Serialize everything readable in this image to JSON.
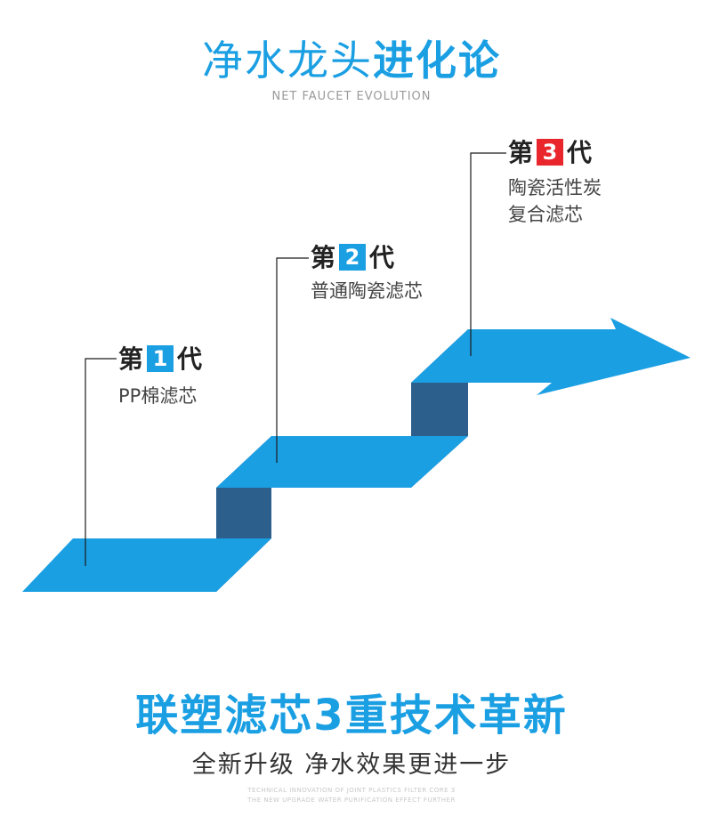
{
  "header": {
    "title_light": "净水龙头",
    "title_bold": "进化论",
    "subtitle": "NET FAUCET EVOLUTION"
  },
  "generations": [
    {
      "prefix": "第",
      "number": "1",
      "suffix": "代",
      "badge_color": "#1b9fe3",
      "desc_line1": "PP棉滤芯",
      "desc_line2": ""
    },
    {
      "prefix": "第",
      "number": "2",
      "suffix": "代",
      "badge_color": "#1b9fe3",
      "desc_line1": "普通陶瓷滤芯",
      "desc_line2": ""
    },
    {
      "prefix": "第",
      "number": "3",
      "suffix": "代",
      "badge_color": "#e8262c",
      "desc_line1": "陶瓷活性炭",
      "desc_line2": "复合滤芯"
    }
  ],
  "footer": {
    "headline": "联塑滤芯3重技术革新",
    "tagline": "全新升级 净水效果更进一步",
    "fine_line1": "TECHNICAL INNOVATION OF JOINT PLASTICS FILTER CORE 3",
    "fine_line2": "THE NEW UPGRADE WATER PURIFICATION EFFECT FURTHER"
  },
  "colors": {
    "accent": "#1b9fe3",
    "riser": "#2c5f8c",
    "highlight": "#e8262c"
  }
}
